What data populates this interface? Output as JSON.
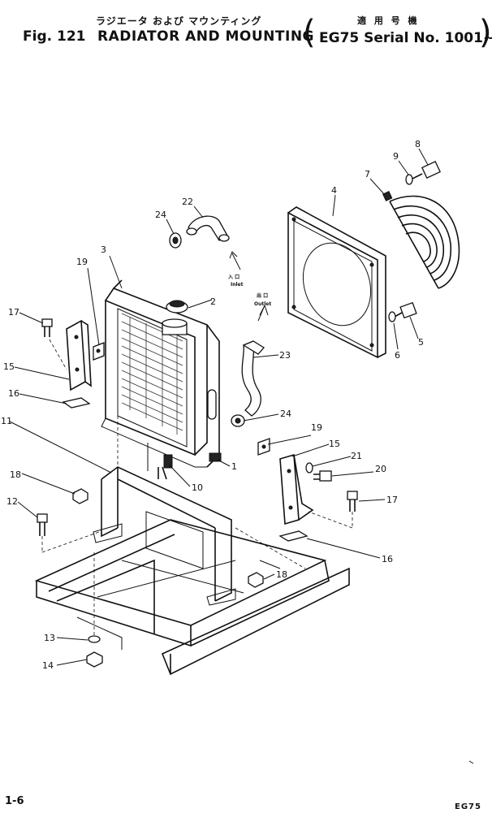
{
  "header": {
    "title_jp": "ラジエータ および マウンティング",
    "fig_label": "Fig. 121",
    "title_en": "RADIATOR AND MOUNTING",
    "applicability_jp": "適 用 号 機",
    "model_serial": "EG75 Serial No. 1001~"
  },
  "flow_labels": {
    "inlet_jp": "入 口",
    "inlet_en": "Inlet",
    "outlet_jp": "出 口",
    "outlet_en": "Outlet"
  },
  "callouts": {
    "c1": "1",
    "c2": "2",
    "c3": "3",
    "c4": "4",
    "c5": "5",
    "c6": "6",
    "c7": "7",
    "c8": "8",
    "c9": "9",
    "c10": "10",
    "c11": "11",
    "c12": "12",
    "c13": "13",
    "c14": "14",
    "c15a": "15",
    "c15b": "15",
    "c16a": "16",
    "c16b": "16",
    "c17a": "17",
    "c17b": "17",
    "c18a": "18",
    "c18b": "18",
    "c19a": "19",
    "c19b": "19",
    "c20": "20",
    "c21": "21",
    "c22": "22",
    "c23": "23",
    "c24a": "24",
    "c24b": "24"
  },
  "footer": {
    "page": "1-6",
    "model": "EG75"
  }
}
